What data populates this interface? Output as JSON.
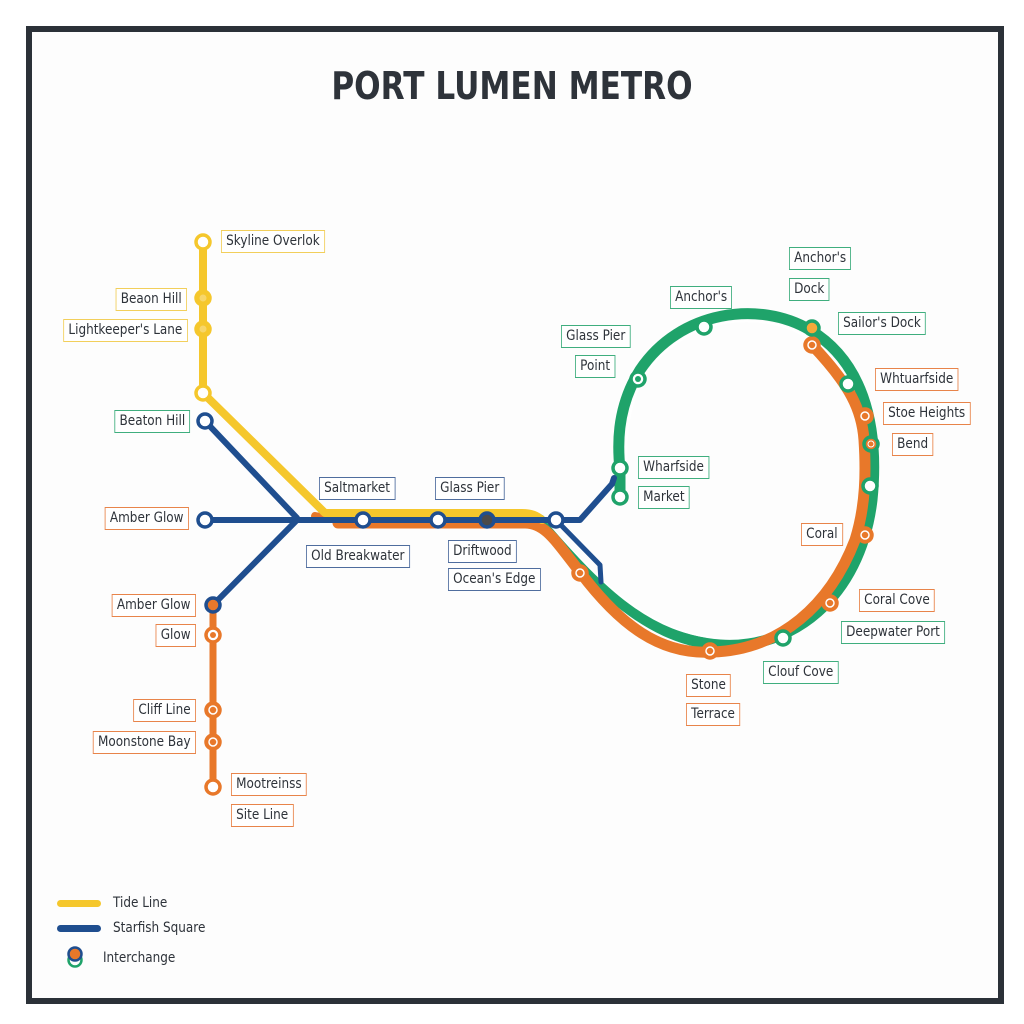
{
  "title": "PORT LUMEN METRO",
  "colors": {
    "tide_line": "#f5c72c",
    "starfish_line": "#1f4e8f",
    "orange_line": "#e8782a",
    "green_line": "#1fa36a",
    "frame": "#2b3138",
    "text": "#2e333a"
  },
  "stations": {
    "skyline_overlok": "Skyline Overlok",
    "beaon_hill": "Beaon Hill",
    "lightkeepers_lane": "Lightkeeper's Lane",
    "beaton_hill": "Beaton Hill",
    "amber_glow_blue": "Amber Glow",
    "amber_glow_orange": "Amber Glow",
    "glow": "Glow",
    "cliff_line": "Cliff Line",
    "moonstone_bay": "Moonstone Bay",
    "mootreinss": "Mootreinss",
    "site_line": "Site Line",
    "saltmarket": "Saltmarket",
    "glass_pier": "Glass Pier",
    "old_breakwater": "Old Breakwater",
    "driftwood": "Driftwood",
    "oceans_edge": "Ocean's Edge",
    "glass_pier_point_1": "Glass Pier",
    "glass_pier_point_2": "Point",
    "anchors": "Anchor's",
    "anchors_dock_1": "Anchor's",
    "anchors_dock_2": "Dock",
    "sailors_dock": "Sailor's Dock",
    "whtuarfside": "Whtuarfside",
    "stoe_heights": "Stoe Heights",
    "bend": "Bend",
    "wharfside": "Wharfside",
    "market": "Market",
    "coral": "Coral",
    "coral_cove": "Coral Cove",
    "deepwater_port": "Deepwater Port",
    "clouf_cove": "Clouf Cove",
    "stone": "Stone",
    "terrace": "Terrace"
  },
  "legend": {
    "items": [
      {
        "label": "Tide Line",
        "color": "#f5c72c",
        "icon": "line-swatch"
      },
      {
        "label": "Starfish Square",
        "color": "#1f4e8f",
        "icon": "line-swatch"
      },
      {
        "label": "Interchange",
        "icon": "interchange-icon"
      }
    ]
  }
}
